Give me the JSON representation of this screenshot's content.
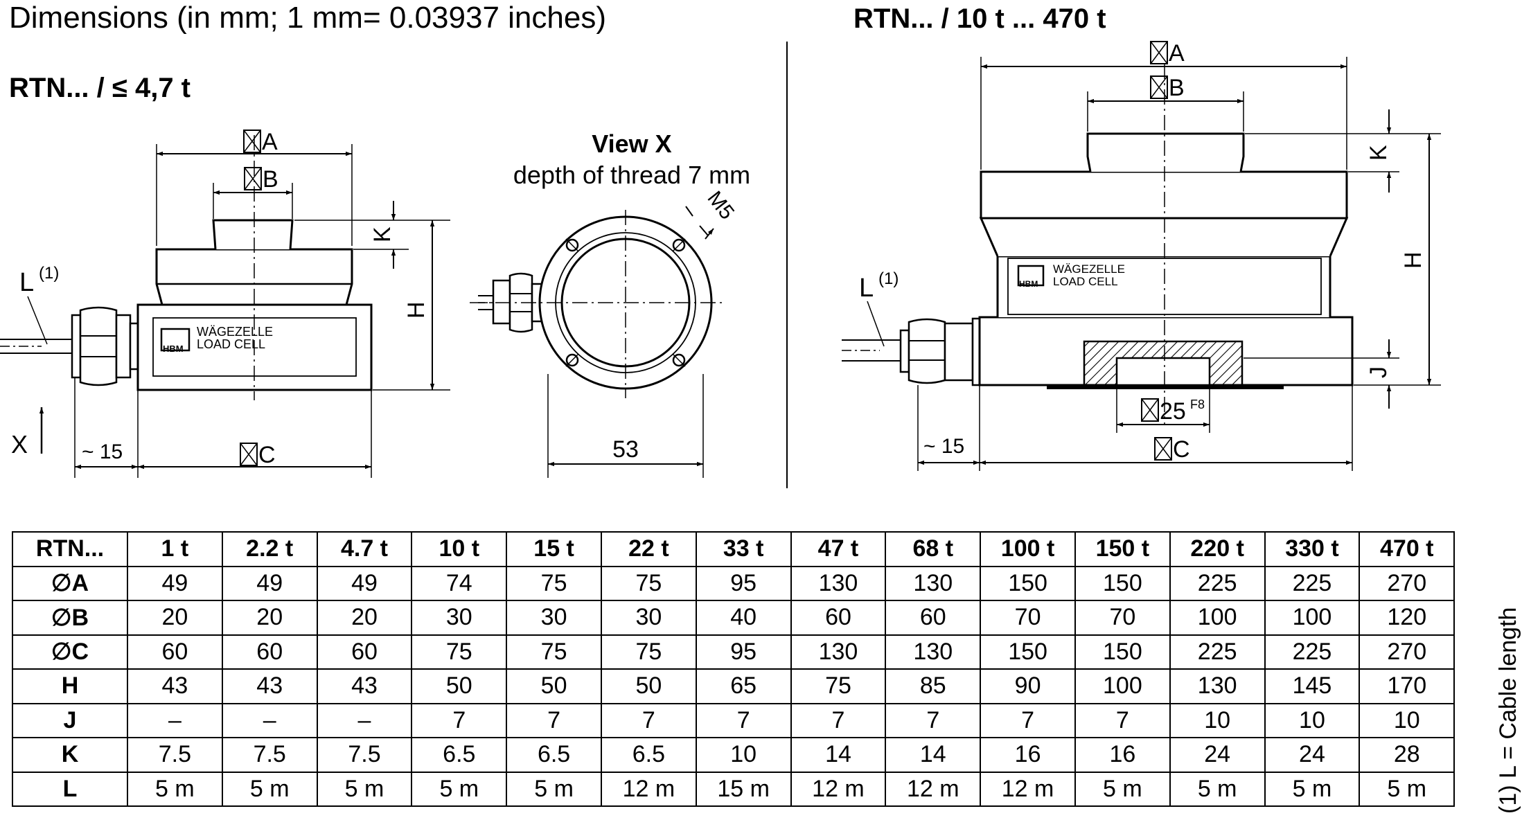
{
  "header": {
    "title": "Dimensions (in mm; 1 mm= 0.03937 inches)",
    "small_series": "RTN... / ≤ 4,7 t",
    "large_series": "RTN... / 10 t ... 470 t"
  },
  "small_drawing": {
    "dim_A": "A",
    "dim_B": "B",
    "dim_C": "C",
    "dim_K": "K",
    "dim_H": "H",
    "cable_label": "L",
    "cable_note": "(1)",
    "view_marker": "X",
    "cable_offset": "~ 15",
    "plate_line1": "WÄGEZELLE",
    "plate_line2": "LOAD CELL",
    "logo": "HBM"
  },
  "view_x": {
    "title": "View X",
    "subtitle": "depth of thread 7 mm",
    "thread": "M5",
    "width": "53"
  },
  "large_drawing": {
    "dim_A": "A",
    "dim_B": "B",
    "dim_C": "C",
    "dim_K": "K",
    "dim_H": "H",
    "dim_J": "J",
    "bore": "25",
    "bore_tol": "F8",
    "cable_label": "L",
    "cable_note": "(1)",
    "cable_offset": "~ 15",
    "plate_line1": "WÄGEZELLE",
    "plate_line2": "LOAD CELL",
    "logo": "HBM"
  },
  "table": {
    "header": [
      "RTN...",
      "1 t",
      "2.2 t",
      "4.7 t",
      "10 t",
      "15 t",
      "22 t",
      "33 t",
      "47 t",
      "68 t",
      "100 t",
      "150 t",
      "220 t",
      "330 t",
      "470 t"
    ],
    "rows": [
      {
        "label": "∅A",
        "values": [
          "49",
          "49",
          "49",
          "74",
          "75",
          "75",
          "95",
          "130",
          "130",
          "150",
          "150",
          "225",
          "225",
          "270"
        ]
      },
      {
        "label": "∅B",
        "values": [
          "20",
          "20",
          "20",
          "30",
          "30",
          "30",
          "40",
          "60",
          "60",
          "70",
          "70",
          "100",
          "100",
          "120"
        ]
      },
      {
        "label": "∅C",
        "values": [
          "60",
          "60",
          "60",
          "75",
          "75",
          "75",
          "95",
          "130",
          "130",
          "150",
          "150",
          "225",
          "225",
          "270"
        ]
      },
      {
        "label": "H",
        "values": [
          "43",
          "43",
          "43",
          "50",
          "50",
          "50",
          "65",
          "75",
          "85",
          "90",
          "100",
          "130",
          "145",
          "170"
        ]
      },
      {
        "label": "J",
        "values": [
          "–",
          "–",
          "–",
          "7",
          "7",
          "7",
          "7",
          "7",
          "7",
          "7",
          "7",
          "10",
          "10",
          "10"
        ]
      },
      {
        "label": "K",
        "values": [
          "7.5",
          "7.5",
          "7.5",
          "6.5",
          "6.5",
          "6.5",
          "10",
          "14",
          "14",
          "16",
          "16",
          "24",
          "24",
          "28"
        ]
      },
      {
        "label": "L",
        "values": [
          "5 m",
          "5 m",
          "5 m",
          "5 m",
          "5 m",
          "12 m",
          "15 m",
          "12 m",
          "12 m",
          "12 m",
          "5 m",
          "5 m",
          "5 m",
          "5 m"
        ]
      }
    ]
  },
  "footnote": "(1) L = Cable length"
}
